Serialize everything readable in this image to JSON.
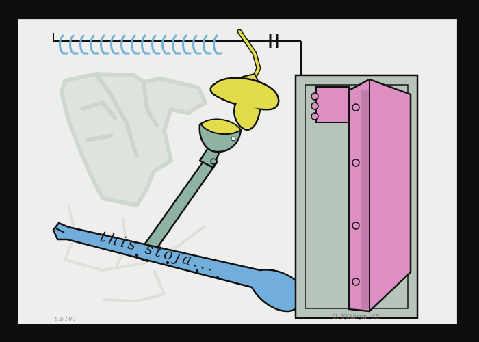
{
  "artwork": {
    "inscription": "this stoja...",
    "edition_mark": "63/100",
    "signature": "U. Yßtäryn '65"
  },
  "colors": {
    "frame": "#0e0e0e",
    "paper": "#eeeeec",
    "outline": "#111111",
    "pink": "#dd8fc3",
    "sage": "#b7c4b9",
    "teal": "#8fb3a2",
    "yellow": "#e2dc4a",
    "blue": "#72aedb",
    "spring": "#6fb1d8"
  }
}
